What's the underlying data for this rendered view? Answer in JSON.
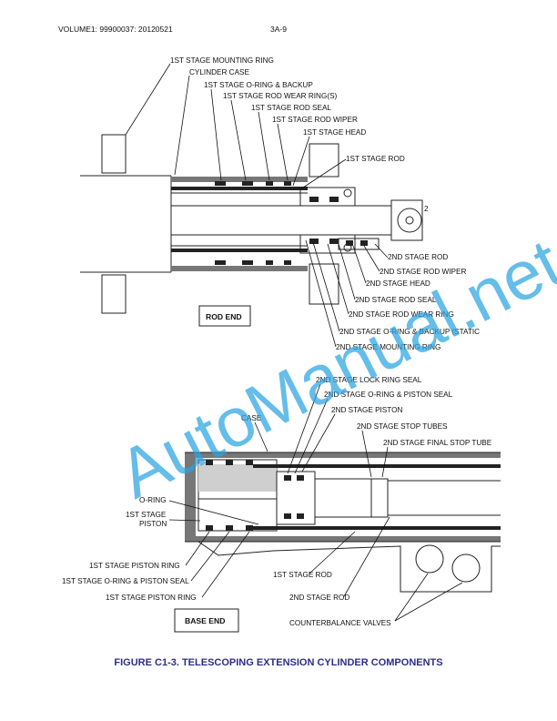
{
  "header": {
    "left": "VOLUME1: 99900037: 20120521",
    "right": "3A-9"
  },
  "top_labels": [
    "1ST STAGE MOUNTING RING",
    "CYLINDER CASE",
    "1ST STAGE O-RING & BACKUP",
    "1ST STAGE ROD WEAR RING(S)",
    "1ST STAGE ROD SEAL",
    "1ST STAGE ROD WIPER",
    "1ST STAGE HEAD",
    "1ST STAGE ROD",
    "2ND STAGE ROD",
    "2ND STAGE ROD WIPER",
    "2ND STAGE HEAD",
    "2ND STAGE ROD SEAL",
    "2ND STAGE ROD WEAR RING",
    "2ND STAGE O-RING & BACKUP (STATIC",
    "2ND STAGE MOUNTING RING"
  ],
  "rod_end_label": "ROD END",
  "pin_marker": "2",
  "bottom_labels": [
    "2ND STAGE LOCK RING SEAL",
    "2ND STAGE O-RING & PISTON SEAL",
    "2ND STAGE PISTON",
    "2ND STAGE STOP TUBES",
    "2ND STAGE FINAL STOP TUBE",
    "CASE",
    "O-RING",
    "1ST STAGE",
    "PISTON",
    "1ST STAGE PISTON RING",
    "1ST STAGE O-RING & PISTON SEAL",
    "1ST STAGE PISTON RING",
    "1ST STAGE ROD",
    "2ND STAGE ROD",
    "COUNTERBALANCE VALVES"
  ],
  "base_end_label": "BASE END",
  "watermark": "AutoManual.net",
  "caption": "FIGURE C1-3.  TELESCOPING EXTENSION CYLINDER COMPONENTS"
}
